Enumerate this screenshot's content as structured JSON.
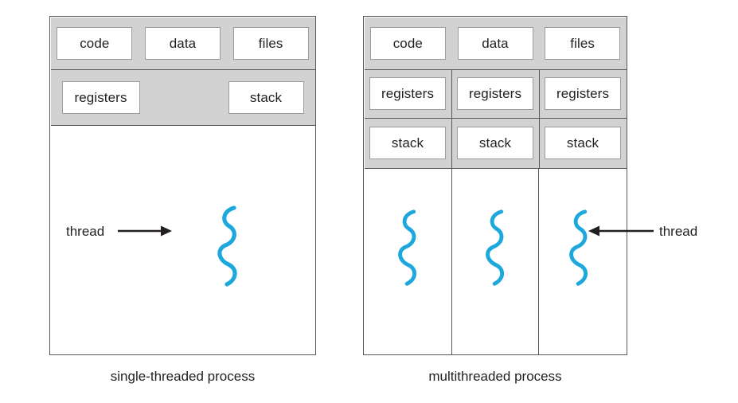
{
  "figure": {
    "title": "single-threaded and multithreaded process models",
    "accent_color": "#1CA8DD",
    "band_color": "#d2d2d2",
    "border_color": "#58585a",
    "chip_border_color": "#9b9b9d",
    "text_color": "#231f20"
  },
  "single_process": {
    "caption": "single-threaded process",
    "resource_row": {
      "cells": [
        "code",
        "data",
        "files"
      ]
    },
    "thread_state_row": {
      "cells": [
        "registers",
        "stack"
      ]
    },
    "threads": [
      {
        "name": "thread",
        "annotation": "thread",
        "arrow_direction": "right"
      }
    ]
  },
  "multi_process": {
    "caption": "multithreaded process",
    "resource_row": {
      "cells": [
        "code",
        "data",
        "files"
      ]
    },
    "registers_row": {
      "cells": [
        "registers",
        "registers",
        "registers"
      ]
    },
    "stack_row": {
      "cells": [
        "stack",
        "stack",
        "stack"
      ]
    },
    "threads": [
      {
        "name": "thread-1",
        "annotation": ""
      },
      {
        "name": "thread-2",
        "annotation": ""
      },
      {
        "name": "thread-3",
        "annotation": "thread",
        "arrow_direction": "left"
      }
    ]
  }
}
